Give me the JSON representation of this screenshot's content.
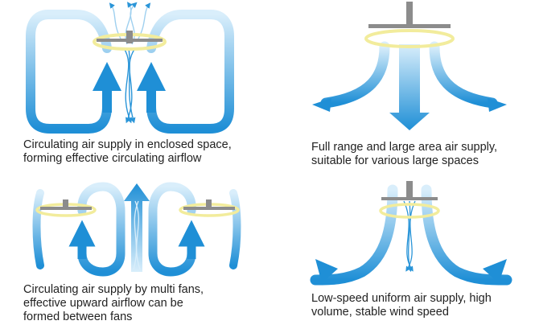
{
  "colors": {
    "flow_dark": "#1f8fd6",
    "flow_light": "#d9eefb",
    "fan_blade": "#8c8c8c",
    "rotation_ring": "#f2ec9c",
    "caption_text": "#222222"
  },
  "panels": [
    {
      "id": "enclosed-space",
      "caption_lines": [
        "Circulating air supply in enclosed space,",
        "forming effective circulating airflow"
      ]
    },
    {
      "id": "large-area",
      "caption_lines": [
        "Full range and large area air supply,",
        "suitable for various large spaces"
      ]
    },
    {
      "id": "multi-fans",
      "caption_lines": [
        "Circulating air supply by multi fans,",
        "effective upward airflow can be",
        "formed between fans"
      ]
    },
    {
      "id": "low-speed",
      "caption_lines": [
        "Low-speed uniform air supply, high",
        "volume, stable wind speed"
      ]
    }
  ],
  "icons": [
    "ceiling-fan-icon",
    "rotation-ring-icon",
    "airflow-arrow-icon"
  ]
}
